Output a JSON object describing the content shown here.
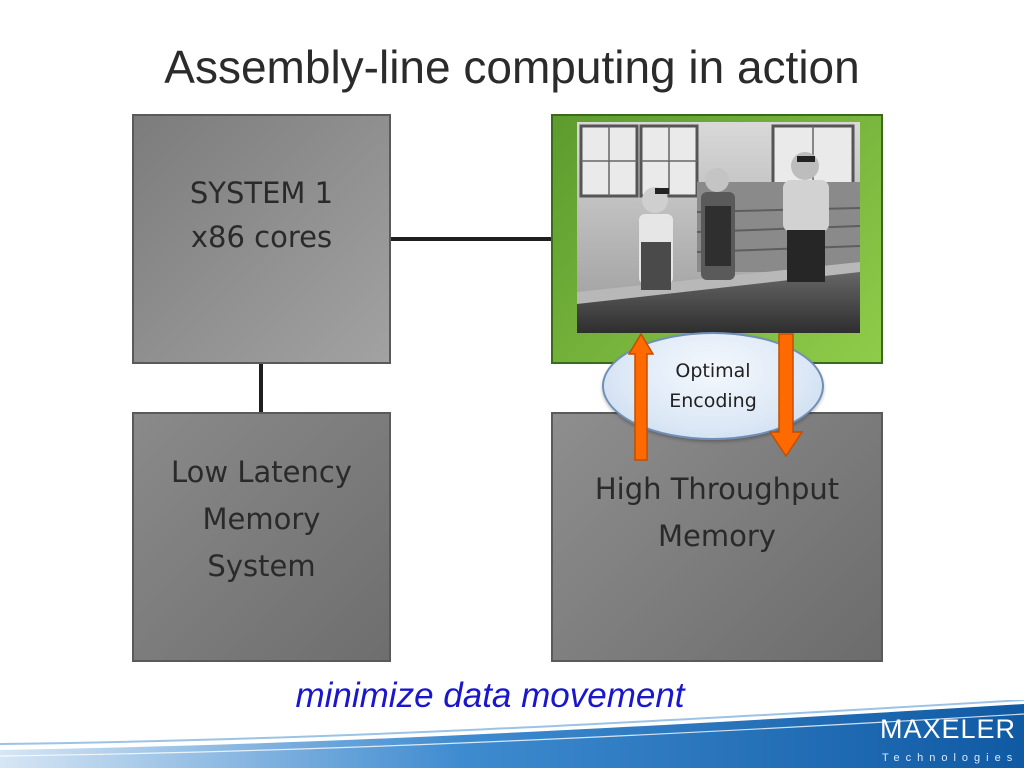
{
  "slide": {
    "title": "Assembly-line computing in action",
    "footer_caption": "minimize data movement"
  },
  "boxes": {
    "system": {
      "line1": "SYSTEM 1",
      "line2": "x86 cores"
    },
    "low_latency": {
      "line1": "Low Latency",
      "line2": "Memory",
      "line3": "System"
    },
    "high_throughput": {
      "line1": "High Throughput",
      "line2": "Memory"
    }
  },
  "encoding_bubble": {
    "line1": "Optimal",
    "line2": "Encoding"
  },
  "logo": {
    "main": "MAXELER",
    "sub": "Technologies"
  },
  "colors": {
    "title_text": "#2b2b2b",
    "caption_blue": "#1a16cc",
    "arrow_orange": "#ff6a00",
    "green_box": "#6fb23a",
    "swoosh_blue": "#1f6fb4"
  },
  "icons": {
    "up_arrow": "arrow-up-icon",
    "down_arrow": "arrow-down-icon"
  }
}
